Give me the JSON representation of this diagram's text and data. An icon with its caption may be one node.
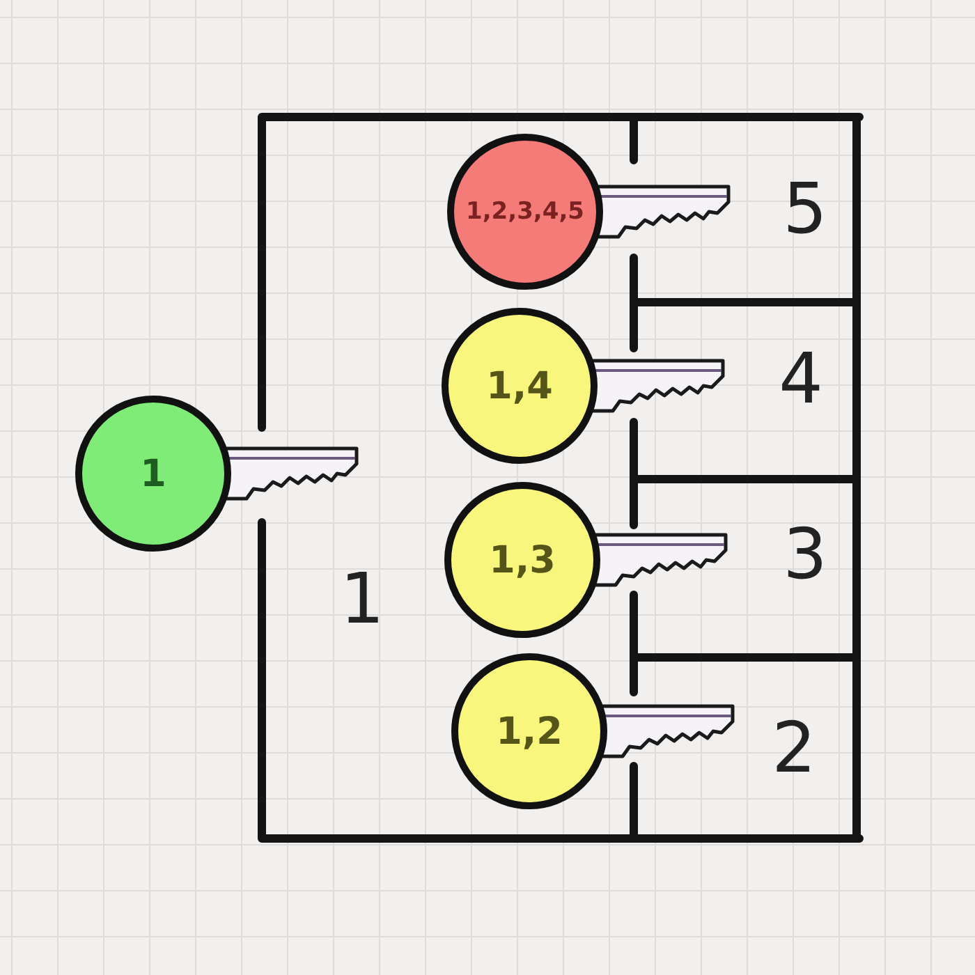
{
  "diagram": {
    "nodes": [
      {
        "text": [
          "1,2,3,4,5"
        ]
      },
      {
        "text": [
          "1,4"
        ]
      },
      {
        "text": [
          "1"
        ]
      },
      {
        "text": [
          "1,3"
        ]
      },
      {
        "text": [
          "1,2"
        ]
      }
    ],
    "labels": [
      "5",
      "4",
      "3",
      "1",
      "2"
    ]
  }
}
